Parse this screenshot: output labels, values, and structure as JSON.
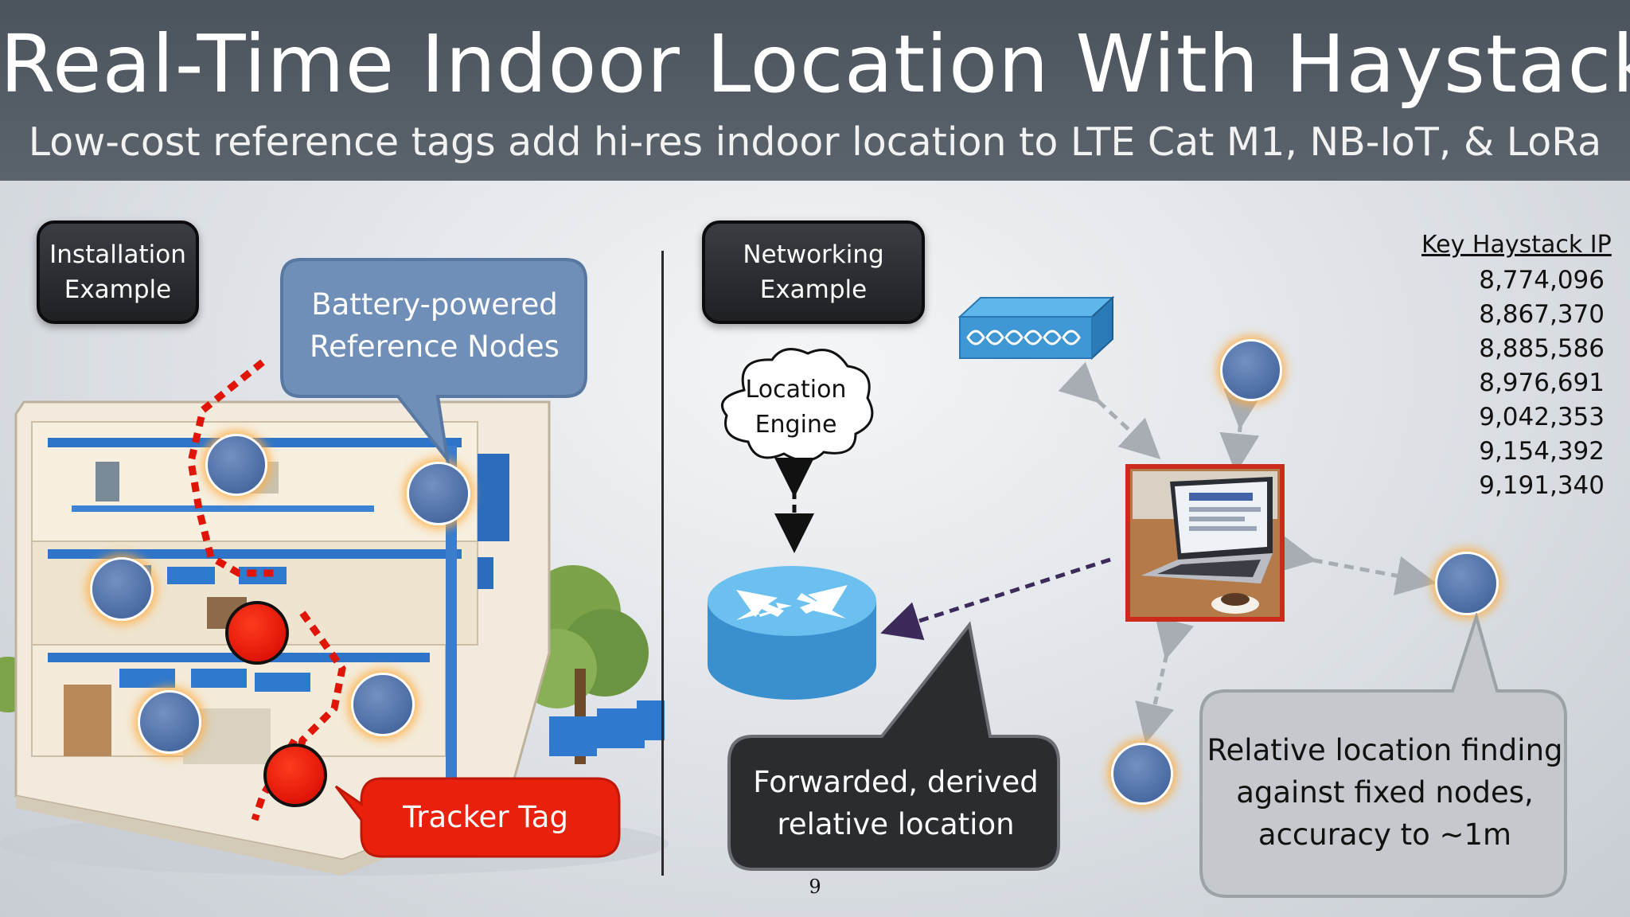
{
  "slide": {
    "title": "Real-Time Indoor Location With Haystack",
    "subtitle": "Low-cost reference tags add hi-res indoor location to LTE Cat M1, NB-IoT, & LoRa",
    "page_number": "9"
  },
  "left_panel": {
    "label_line1": "Installation",
    "label_line2": "Example",
    "callout_nodes_line1": "Battery-powered",
    "callout_nodes_line2": "Reference Nodes",
    "callout_tag": "Tracker Tag"
  },
  "right_panel": {
    "label_line1": "Networking",
    "label_line2": "Example",
    "cloud_line1": "Location",
    "cloud_line2": "Engine",
    "callout_forward_line1": "Forwarded, derived",
    "callout_forward_line2": "relative location",
    "callout_relative_line1": "Relative location finding",
    "callout_relative_line2": "against fixed nodes,",
    "callout_relative_line3": "accuracy to ~1m"
  },
  "ip": {
    "heading": "Key Haystack IP",
    "patents": [
      "8,774,096",
      "8,867,370",
      "8,885,586",
      "8,976,691",
      "9,042,353",
      "9,154,392",
      "9,191,340"
    ]
  },
  "colors": {
    "header": "#535b64",
    "node_blue": "#4a6aa2",
    "node_glow": "#ffaa3c",
    "tag_red": "#e01508",
    "callout_blue": "#6f8eb8",
    "callout_dark": "#2a2c30",
    "callout_gray": "#c8ccd0",
    "router_blue": "#3f97d6"
  },
  "icons": {
    "cloud": "cloud-icon",
    "router": "router-icon",
    "gateway": "network-switch-icon",
    "laptop": "laptop-photo-icon",
    "building": "building-cutaway-illustration"
  }
}
